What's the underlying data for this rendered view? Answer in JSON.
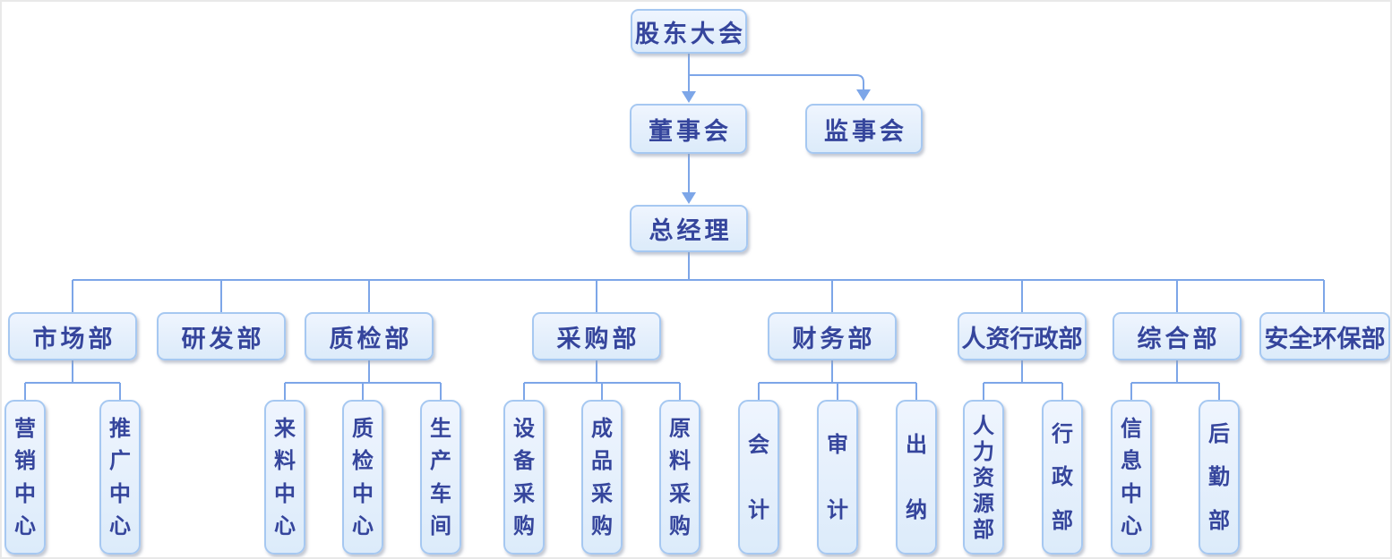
{
  "org": {
    "level1": {
      "label": "股东大会"
    },
    "level2": [
      {
        "label": "董事会"
      },
      {
        "label": "监事会"
      }
    ],
    "level3": {
      "label": "总经理"
    },
    "departments": [
      {
        "label": "市场部",
        "children": [
          "营销中心",
          "推广中心"
        ]
      },
      {
        "label": "研发部",
        "children": []
      },
      {
        "label": "质检部",
        "children": [
          "来料中心",
          "质检中心",
          "生产车间"
        ]
      },
      {
        "label": "采购部",
        "children": [
          "设备采购",
          "成品采购",
          "原料采购"
        ]
      },
      {
        "label": "财务部",
        "children": [
          "会计",
          "审计",
          "出纳"
        ]
      },
      {
        "label": "人资行政部",
        "children": [
          "人力资源部",
          "行政部"
        ]
      },
      {
        "label": "综合部",
        "children": [
          "信息中心",
          "后勤部"
        ]
      },
      {
        "label": "安全环保部",
        "children": []
      }
    ],
    "colors": {
      "node_fill_top": "#eff5fe",
      "node_fill_bottom": "#dcebfa",
      "node_border": "#a6c8f1",
      "node_text": "#35459c",
      "connector_line": "#7da6e8",
      "canvas_frame": "#e9e9e9",
      "canvas_background": "#ffffff"
    }
  }
}
